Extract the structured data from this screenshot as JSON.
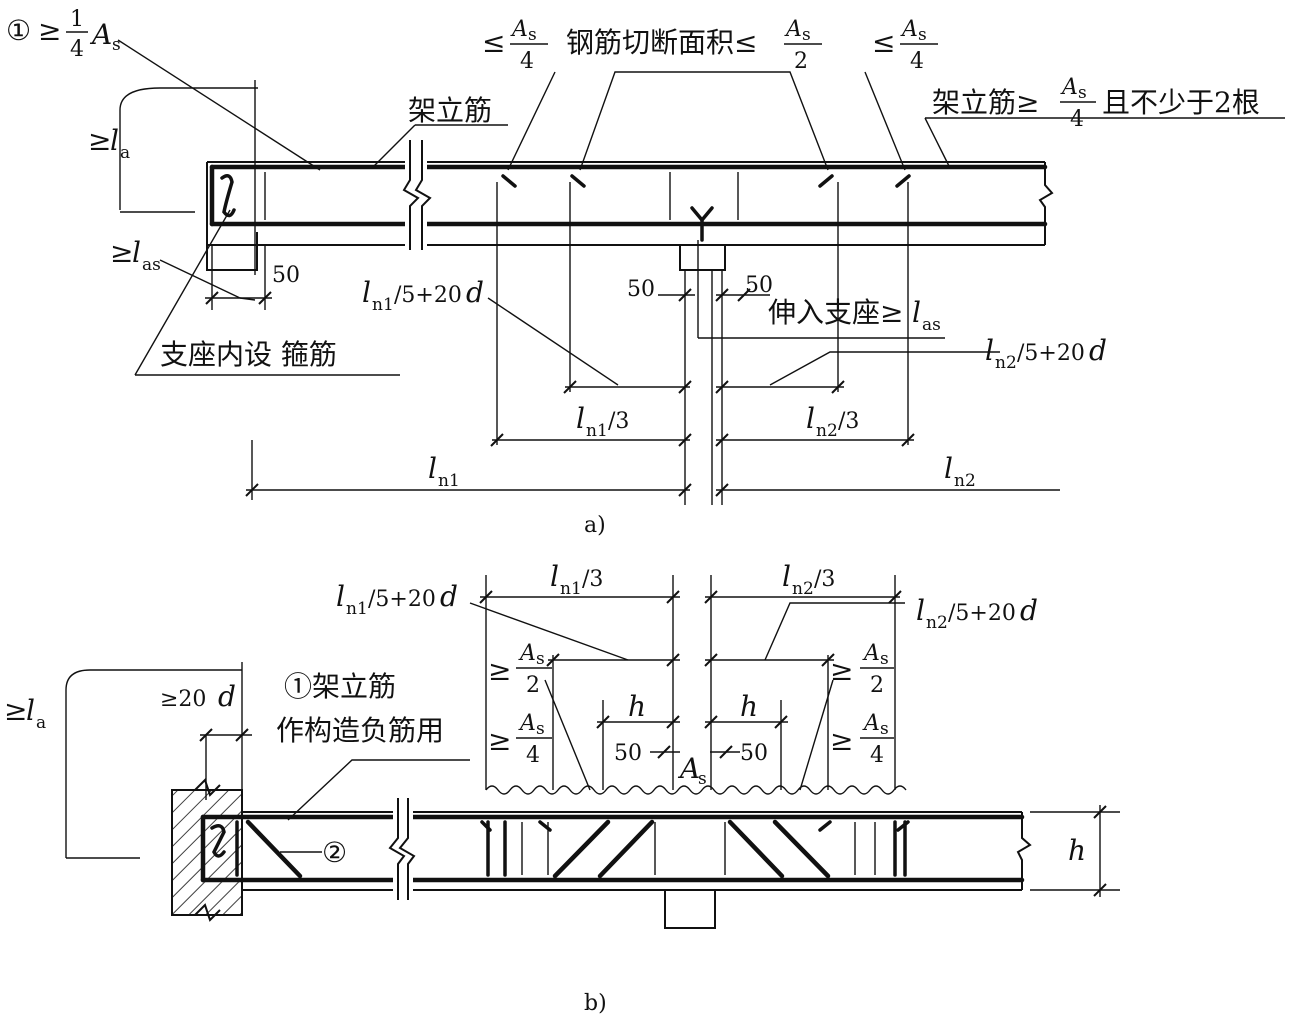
{
  "diagram_a": {
    "top_left_label": {
      "circle": "①",
      "ge": "≥",
      "frac_num": "1",
      "frac_den": "4",
      "var": "A",
      "sub": "s"
    },
    "la_label": {
      "ge": "≥",
      "var": "l",
      "sub": "a"
    },
    "las_label": {
      "ge": "≥",
      "var": "l",
      "sub": "as"
    },
    "erect_bar_label": "架立筋",
    "top_cut_left": {
      "ge": "≤",
      "num_var": "A",
      "num_sub": "s",
      "den": "4"
    },
    "top_cut_mid": {
      "text": "钢筋切断面积≤",
      "num_var": "A",
      "num_sub": "s",
      "den": "2"
    },
    "top_cut_right": {
      "ge": "≤",
      "num_var": "A",
      "num_sub": "s",
      "den": "4"
    },
    "right_label": {
      "text": "架立筋≥",
      "num_var": "A",
      "num_sub": "s",
      "den": "4",
      "tail": "且不少于2根"
    },
    "dim_50_left": "50",
    "dim_50_mid_left": "50",
    "dim_50_mid_right": "50",
    "support_stirrup_label": "支座内设  箍筋",
    "extend_label": {
      "text": "伸入支座≥",
      "var": "l",
      "sub": "as"
    },
    "ln1_5_20d": {
      "var": "l",
      "sub": "n1",
      "rest": "/5+20",
      "d": "d"
    },
    "ln2_5_20d": {
      "var": "l",
      "sub": "n2",
      "rest": "/5+20",
      "d": "d"
    },
    "ln1_3": {
      "var": "l",
      "sub": "n1",
      "rest": "/3"
    },
    "ln2_3": {
      "var": "l",
      "sub": "n2",
      "rest": "/3"
    },
    "ln1": {
      "var": "l",
      "sub": "n1"
    },
    "ln2": {
      "var": "l",
      "sub": "n2"
    },
    "caption": "a)"
  },
  "diagram_b": {
    "ln1_3": {
      "var": "l",
      "sub": "n1",
      "rest": "/3"
    },
    "ln2_3": {
      "var": "l",
      "sub": "n2",
      "rest": "/3"
    },
    "ln1_5_20d": {
      "var": "l",
      "sub": "n1",
      "rest": "/5+20",
      "d": "d"
    },
    "ln2_5_20d": {
      "var": "l",
      "sub": "n2",
      "rest": "/5+20",
      "d": "d"
    },
    "la_label": {
      "ge": "≥",
      "var": "l",
      "sub": "a"
    },
    "ge20d": {
      "ge": "≥20",
      "d": "d"
    },
    "erect_note_1": "①架立筋",
    "erect_note_2": "作构造负筋用",
    "left_half": {
      "ge": "≥",
      "num_var": "A",
      "num_sub": "s",
      "den": "2"
    },
    "left_quarter": {
      "ge": "≥",
      "num_var": "A",
      "num_sub": "s",
      "den": "4"
    },
    "right_half": {
      "ge": "≥",
      "num_var": "A",
      "num_sub": "s",
      "den": "2"
    },
    "right_quarter": {
      "ge": "≥",
      "num_var": "A",
      "num_sub": "s",
      "den": "4"
    },
    "h_left": "h",
    "h_right": "h",
    "h_depth": "h",
    "dim_50_left": "50",
    "dim_50_right": "50",
    "As_center": {
      "var": "A",
      "sub": "s"
    },
    "bar2": "②",
    "caption": "b)"
  }
}
